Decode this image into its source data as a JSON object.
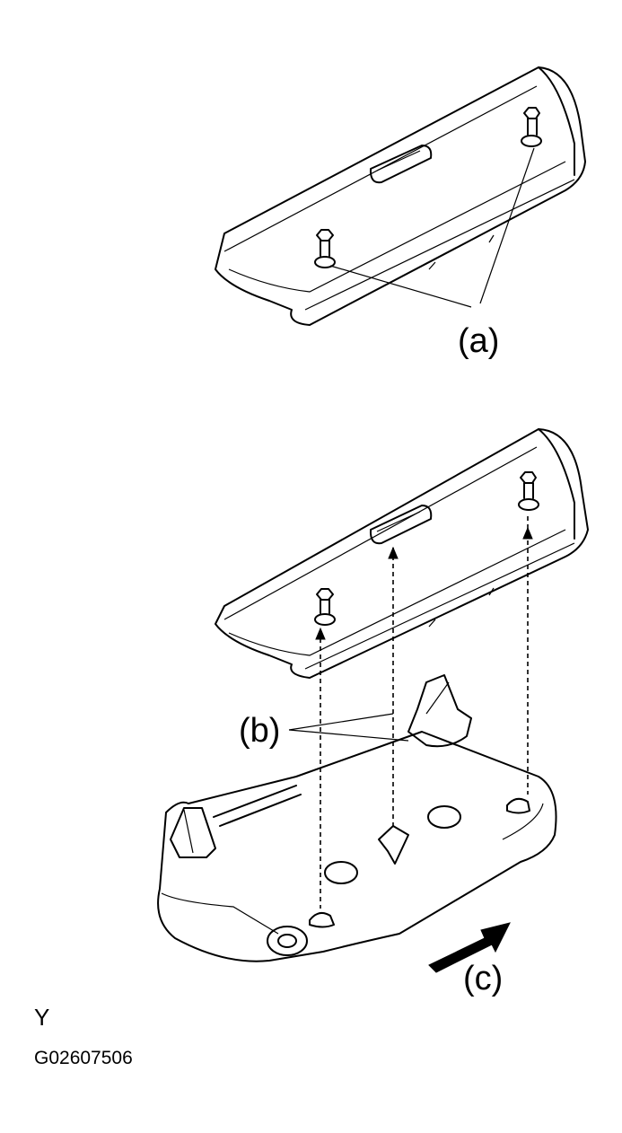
{
  "callouts": {
    "a": "(a)",
    "b": "(b)",
    "c": "(c)"
  },
  "caption": {
    "marker": "Y",
    "code": "G02607506"
  },
  "icons": [
    "screw-icon",
    "clip-icon",
    "direction-arrow-icon"
  ],
  "colors": {
    "ink": "#000000",
    "paper": "#ffffff"
  }
}
